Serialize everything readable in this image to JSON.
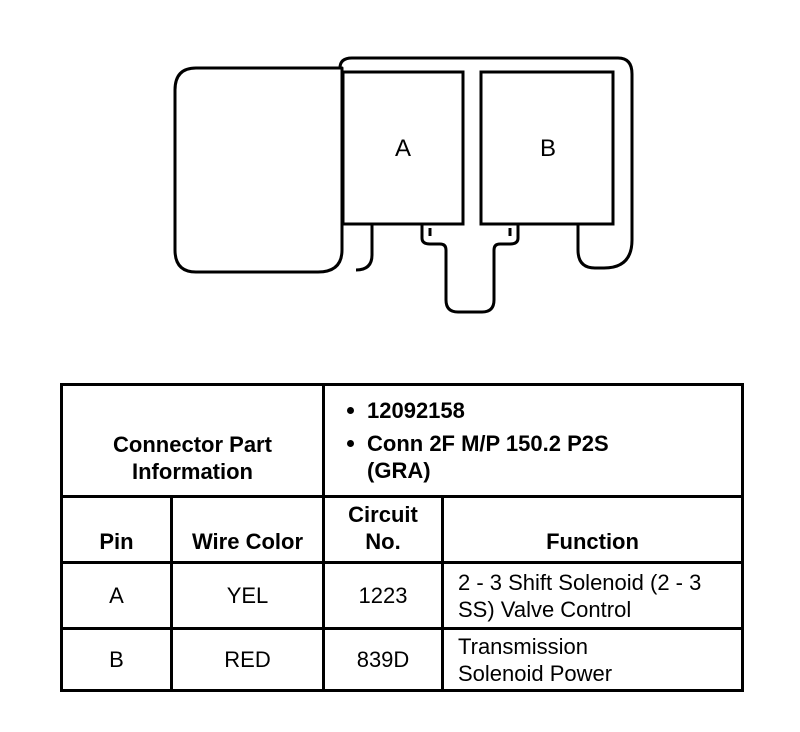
{
  "diagram": {
    "pins": [
      "A",
      "B"
    ]
  },
  "table": {
    "part_info_label": "Connector Part Information",
    "part_info_items": [
      "12092158",
      "Conn 2F M/P 150.2 P2S (GRA)"
    ],
    "headers": {
      "pin": "Pin",
      "wire_color": "Wire Color",
      "circuit_no": "Circuit No.",
      "function": "Function"
    },
    "rows": [
      {
        "pin": "A",
        "wire_color": "YEL",
        "circuit_no": "1223",
        "function": "2 - 3 Shift Solenoid (2 - 3 SS) Valve Control"
      },
      {
        "pin": "B",
        "wire_color": "RED",
        "circuit_no": "839D",
        "function": "Transmission Solenoid Power"
      }
    ]
  }
}
